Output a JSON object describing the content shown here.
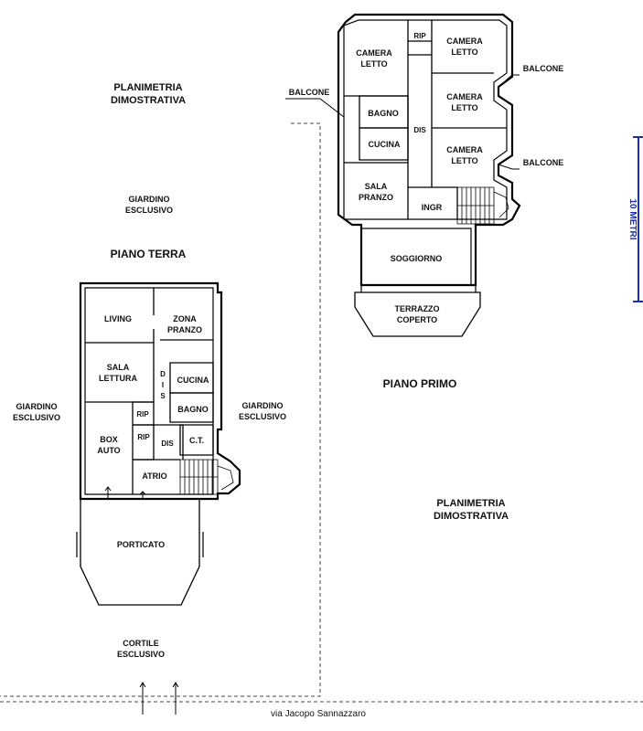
{
  "ground_floor": {
    "heading": "PIANO TERRA",
    "plan_label": [
      "PLANIMETRIA",
      "DIMOSTRATIVA"
    ],
    "garden_top": [
      "GIARDINO",
      "ESCLUSIVO"
    ],
    "garden_left": [
      "GIARDINO",
      "ESCLUSIVO"
    ],
    "garden_right": [
      "GIARDINO",
      "ESCLUSIVO"
    ],
    "courtyard": [
      "CORTILE",
      "ESCLUSIVO"
    ],
    "rooms": {
      "living": "LIVING",
      "zona_pranzo": [
        "ZONA",
        "PRANZO"
      ],
      "sala_lettura": [
        "SALA",
        "LETTURA"
      ],
      "dis_vertical": [
        "D",
        "I",
        "S"
      ],
      "cucina": "CUCINA",
      "bagno": "BAGNO",
      "rip_1": "RIP",
      "rip_2": "RIP",
      "dis": "DIS",
      "ct": "C.T.",
      "box_auto": [
        "BOX",
        "AUTO"
      ],
      "atrio": "ATRIO",
      "porticato": "PORTICATO"
    }
  },
  "first_floor": {
    "heading": "PIANO PRIMO",
    "plan_label": [
      "PLANIMETRIA",
      "DIMOSTRATIVA"
    ],
    "rooms": {
      "camera_letto_1": [
        "CAMERA",
        "LETTO"
      ],
      "rip": "RIP",
      "camera_letto_2": [
        "CAMERA",
        "LETTO"
      ],
      "bagno": "BAGNO",
      "camera_letto_3": [
        "CAMERA",
        "LETTO"
      ],
      "dis": "DIS",
      "cucina": "CUCINA",
      "camera_letto_4": [
        "CAMERA",
        "LETTO"
      ],
      "sala_pranzo": [
        "SALA",
        "PRANZO"
      ],
      "ingr": "INGR",
      "soggiorno": "SOGGIORNO",
      "terrazzo": [
        "TERRAZZO",
        "COPERTO"
      ]
    },
    "balconies": {
      "left": "BALCONE",
      "right_top": "BALCONE",
      "right_bottom": "BALCONE"
    }
  },
  "scale_bar": {
    "label": "10  METRI",
    "color": "#1b2fb5"
  },
  "street": "via Jacopo Sannazzaro"
}
